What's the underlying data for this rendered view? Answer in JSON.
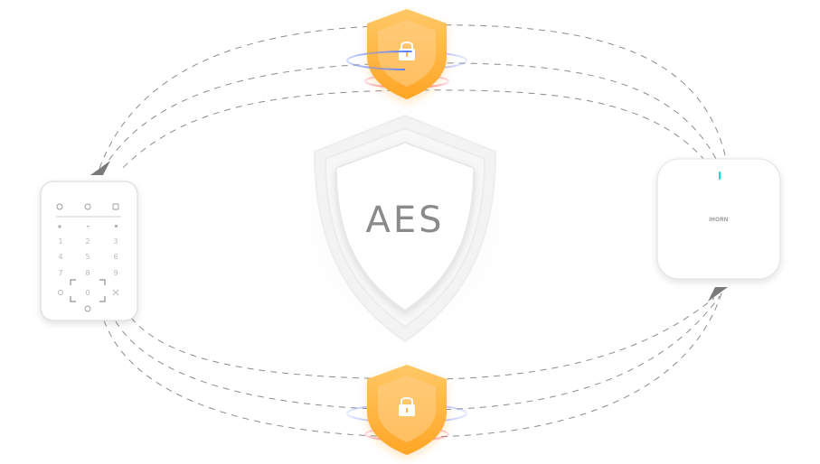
{
  "center_badge": {
    "text": "AES",
    "icon": "shield-icon"
  },
  "keypad": {
    "top_icons": [
      "alarm-icon",
      "clock-icon",
      "shield-icon"
    ],
    "mode_icons": [
      "bell-icon",
      "",
      "alert-icon"
    ],
    "keys": [
      "1",
      "2",
      "3",
      "4",
      "5",
      "6",
      "7",
      "8",
      "9",
      "",
      "0",
      ""
    ],
    "side_keys": [
      "key-left-icon",
      "key-right-icon"
    ],
    "bottom_icon": "power-icon"
  },
  "hub": {
    "brand": "IHORN",
    "indicator_color": "#29d3d8"
  },
  "encryption_badges": [
    {
      "position": "top",
      "icon": "lock-icon"
    },
    {
      "position": "bottom",
      "icon": "lock-icon"
    }
  ],
  "colors": {
    "badge_orange": "#ffb74a",
    "ring_blue": "#6f8cff",
    "ring_red": "#ff3f6a",
    "dash_line": "#8c8c8c"
  }
}
